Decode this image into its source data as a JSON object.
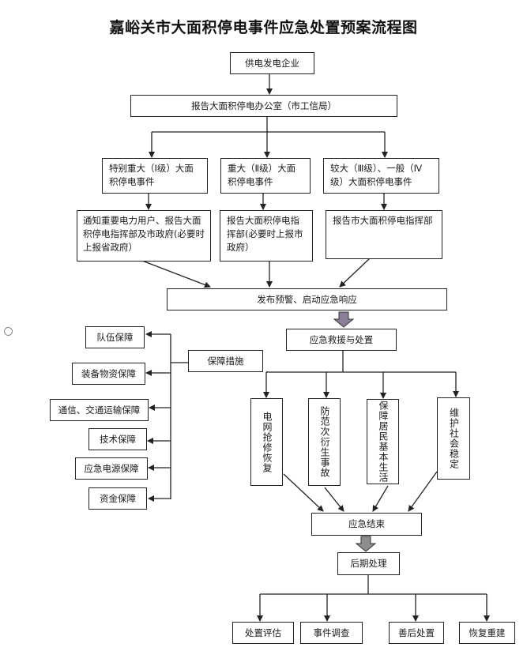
{
  "title": "嘉峪关市大面积停电事件应急处置预案流程图",
  "colors": {
    "line": "#222222",
    "big_arrow_fill": "#8a7f96",
    "big_arrow_stroke": "#333333"
  },
  "nodes": {
    "source": "供电发电企业",
    "office": "报告大面积停电办公室（市工信局）",
    "levels": [
      "特别重大（Ⅰ级）大面积停电事件",
      "重大（Ⅱ级）大面积停电事件",
      "较大（Ⅲ级）、一般（Ⅳ级）大面积停电事件"
    ],
    "reports": [
      "通知重要电力用户、报告大面积停电指挥部及市政府(必要时上报省政府）",
      "报告大面积停电指挥部(必要时上报市政府）",
      "报告市大面积停电指挥部"
    ],
    "warning": "发布预警、启动应急响应",
    "rescue": "应急救援与处置",
    "measures": "保障措施",
    "guarantees": [
      "队伍保障",
      "装备物资保障",
      "通信、交通运输保障",
      "技术保障",
      "应急电源保障",
      "资金保障"
    ],
    "actions": [
      "电网抢修恢复",
      "防范次衍生事故",
      "保障居民基本生活",
      "维护社会稳定"
    ],
    "end": "应急结束",
    "aftermath": "后期处理",
    "final": [
      "处置评估",
      "事件调查",
      "善后处置",
      "恢复重建"
    ]
  }
}
